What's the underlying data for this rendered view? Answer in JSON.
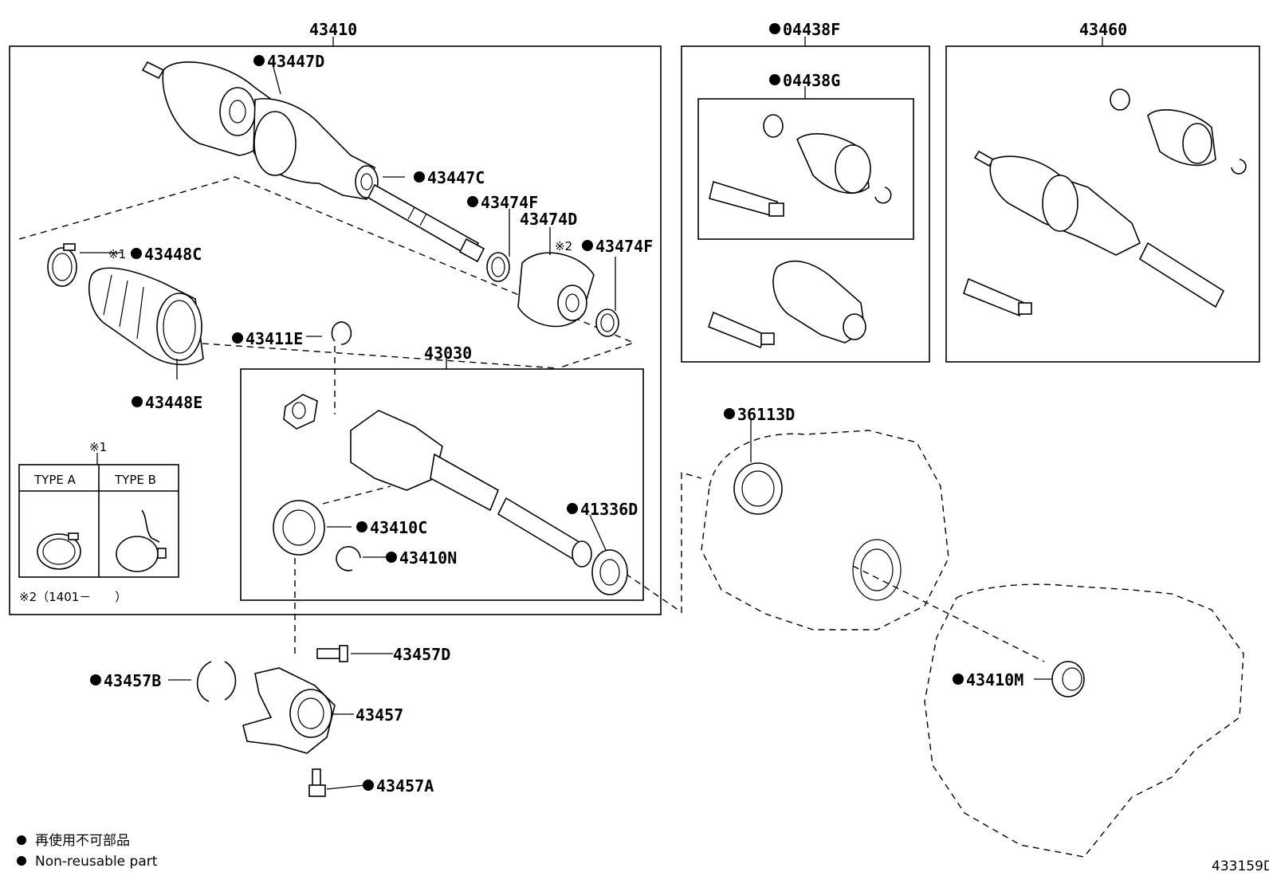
{
  "labels": {
    "l43410": "43410",
    "l04438F": "04438F",
    "l43460": "43460",
    "l04438G": "04438G",
    "l43447D": "43447D",
    "l43447C": "43447C",
    "l43474F_a": "43474F",
    "l43474D": "43474D",
    "l43474F_b": "43474F",
    "l43448C": "43448C",
    "l43448E": "43448E",
    "l43411E": "43411E",
    "l43030": "43030",
    "l41336D": "41336D",
    "l43410C": "43410C",
    "l43410N": "43410N",
    "l36113D": "36113D",
    "l43410M": "43410M",
    "l43457D": "43457D",
    "l43457B": "43457B",
    "l43457": "43457",
    "l43457A": "43457A"
  },
  "marks": {
    "note1": "※1",
    "note2": "※2",
    "type_a": "TYPE A",
    "type_b": "TYPE B",
    "note1_top": "※1",
    "note2_range": "※2（1401－　　）"
  },
  "legend": {
    "jp": "再使用不可部品",
    "en": "Non-reusable part"
  },
  "diagram_code": "433159D"
}
